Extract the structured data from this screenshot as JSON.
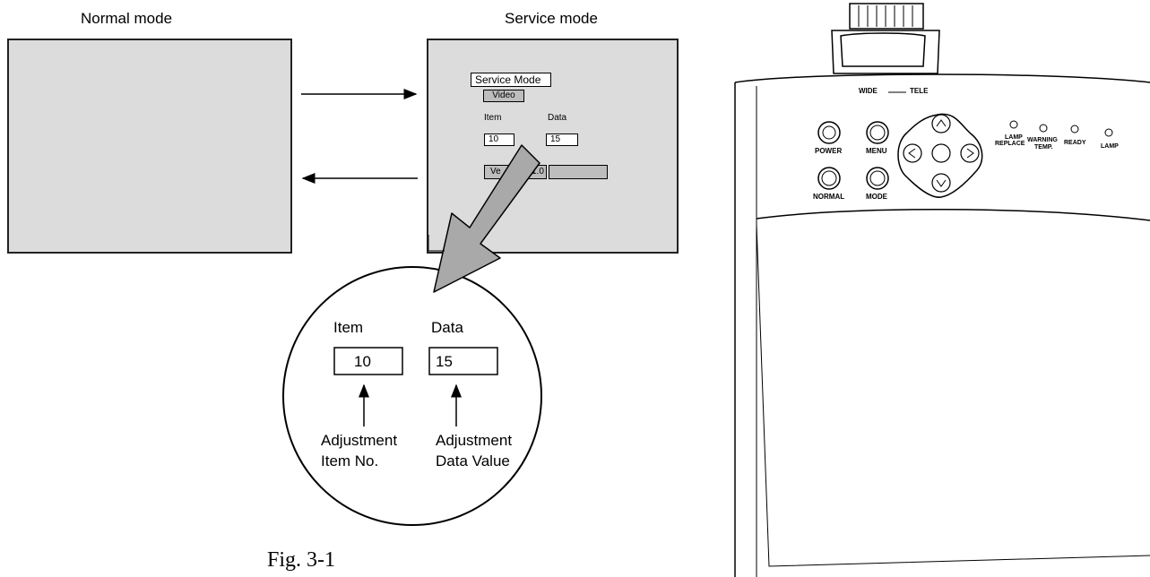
{
  "normal": {
    "title": "Normal mode"
  },
  "service": {
    "title": "Service mode",
    "menu_title": "Service Mode",
    "source": "Video",
    "item_label": "Item",
    "data_label": "Data",
    "item_value": "10",
    "data_value": "15",
    "version_left": "Ve",
    "version_right": "1.0"
  },
  "zoom": {
    "item_label": "Item",
    "data_label": "Data",
    "item_value": "10",
    "data_value": "15",
    "item_desc_1": "Adjustment",
    "item_desc_2": "Item No.",
    "data_desc_1": "Adjustment",
    "data_desc_2": "Data Value"
  },
  "figure_caption": "Fig. 3-1",
  "panel": {
    "wide": "WIDE",
    "tele": "TELE",
    "power": "POWER",
    "menu": "MENU",
    "normal": "NORMAL",
    "mode": "MODE",
    "lamp_replace_1": "LAMP",
    "lamp_replace_2": "REPLACE",
    "warning_1": "WARNING",
    "warning_2": "TEMP.",
    "ready": "READY",
    "lamp": "LAMP"
  }
}
